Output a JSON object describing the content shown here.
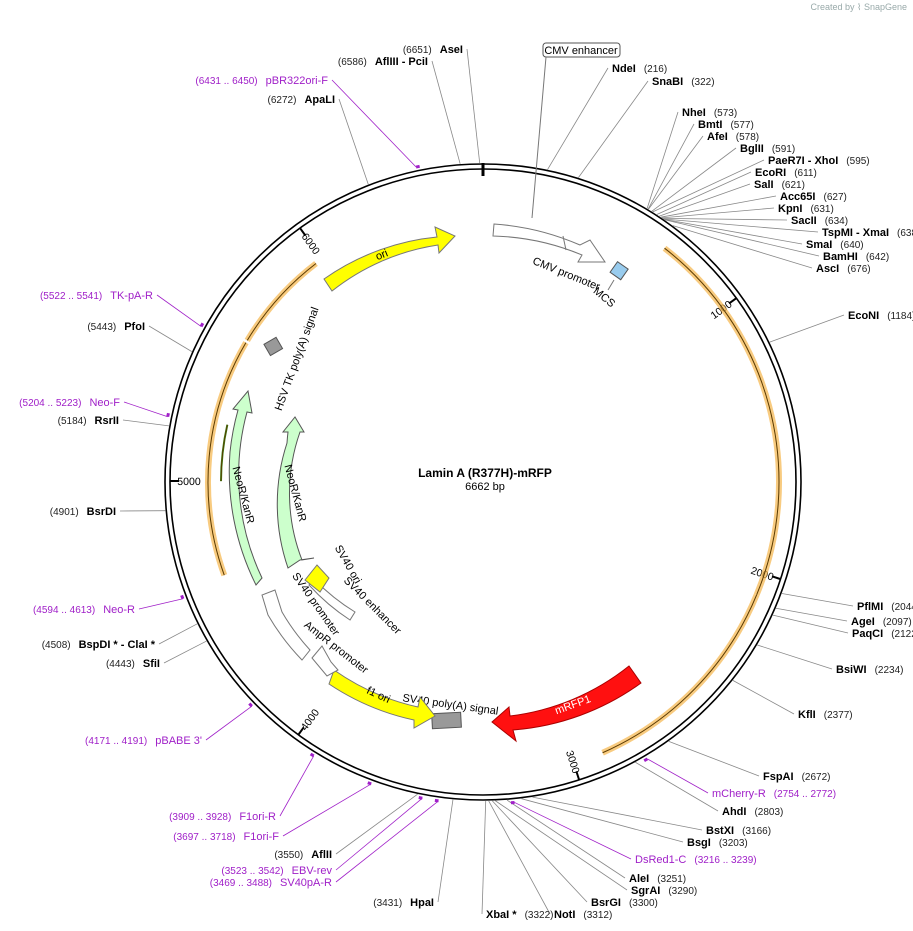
{
  "watermark": {
    "prefix": "Created by",
    "brand": "SnapGene"
  },
  "plasmid": {
    "name": "Lamin A (R377H)-mRFP",
    "length_text": "6662 bp",
    "length": 6662
  },
  "ticks": [
    "1000",
    "2000",
    "3000",
    "4000",
    "5000",
    "6000"
  ],
  "sites": [
    {
      "name": "AseI",
      "pos": "(6651)"
    },
    {
      "name": "AflIII  - PciI",
      "pos": "(6586)"
    },
    {
      "name": "ApaLI",
      "pos": "(6272)"
    },
    {
      "name": "NdeI",
      "pos": "(216)"
    },
    {
      "name": "SnaBI",
      "pos": "(322)"
    },
    {
      "name": "NheI",
      "pos": "(573)"
    },
    {
      "name": "BmtI",
      "pos": "(577)"
    },
    {
      "name": "AfeI",
      "pos": "(578)"
    },
    {
      "name": "BglII",
      "pos": "(591)"
    },
    {
      "name": "PaeR7I  - XhoI",
      "pos": "(595)"
    },
    {
      "name": "EcoRI",
      "pos": "(611)"
    },
    {
      "name": "SalI",
      "pos": "(621)"
    },
    {
      "name": "Acc65I",
      "pos": "(627)"
    },
    {
      "name": "KpnI",
      "pos": "(631)"
    },
    {
      "name": "SacII",
      "pos": "(634)"
    },
    {
      "name": "TspMI  - XmaI",
      "pos": "(638)"
    },
    {
      "name": "SmaI",
      "pos": "(640)"
    },
    {
      "name": "BamHI",
      "pos": "(642)"
    },
    {
      "name": "AscI",
      "pos": "(676)"
    },
    {
      "name": "EcoNI",
      "pos": "(1184)"
    },
    {
      "name": "PflMI",
      "pos": "(2044)"
    },
    {
      "name": "AgeI",
      "pos": "(2097)"
    },
    {
      "name": "PaqCI",
      "pos": "(2122)"
    },
    {
      "name": "BsiWI",
      "pos": "(2234)"
    },
    {
      "name": "KflI",
      "pos": "(2377)"
    },
    {
      "name": "FspAI",
      "pos": "(2672)"
    },
    {
      "name": "AhdI",
      "pos": "(2803)"
    },
    {
      "name": "BstXI",
      "pos": "(3166)"
    },
    {
      "name": "BsgI",
      "pos": "(3203)"
    },
    {
      "name": "AleI",
      "pos": "(3251)"
    },
    {
      "name": "SgrAI",
      "pos": "(3290)"
    },
    {
      "name": "BsrGI",
      "pos": "(3300)"
    },
    {
      "name": "NotI",
      "pos": "(3312)"
    },
    {
      "name": "XbaI *",
      "pos": "(3322)"
    },
    {
      "name": "HpaI",
      "pos": "(3431)"
    },
    {
      "name": "AflII",
      "pos": "(3550)"
    },
    {
      "name": "SfiI",
      "pos": "(4443)"
    },
    {
      "name": "BspDI *  - ClaI *",
      "pos": "(4508)"
    },
    {
      "name": "BsrDI",
      "pos": "(4901)"
    },
    {
      "name": "RsrII",
      "pos": "(5184)"
    },
    {
      "name": "PfoI",
      "pos": "(5443)"
    }
  ],
  "primers": [
    {
      "name": "pBR322ori-F",
      "range": "(6431 .. 6450)"
    },
    {
      "name": "TK-pA-R",
      "range": "(5522 .. 5541)"
    },
    {
      "name": "Neo-F",
      "range": "(5204 .. 5223)"
    },
    {
      "name": "Neo-R",
      "range": "(4594 .. 4613)"
    },
    {
      "name": "pBABE 3'",
      "range": "(4171 .. 4191)"
    },
    {
      "name": "F1ori-R",
      "range": "(3909 .. 3928)"
    },
    {
      "name": "F1ori-F",
      "range": "(3697 .. 3718)"
    },
    {
      "name": "EBV-rev",
      "range": "(3523 .. 3542)"
    },
    {
      "name": "SV40pA-R",
      "range": "(3469 .. 3488)"
    },
    {
      "name": "mCherry-R",
      "range": "(2754 .. 2772)"
    },
    {
      "name": "DsRed1-C",
      "range": "(3216 .. 3239)"
    }
  ],
  "features": {
    "cmv_enhancer": "CMV enhancer",
    "cmv_promoter": "CMV promoter",
    "mcs": "MCS",
    "mrfp1": "mRFP1",
    "sv40_polya": "SV40 poly(A) signal",
    "f1_ori": "f1 ori",
    "ampr_promoter": "AmpR promoter",
    "sv40_promoter": "SV40 promoter",
    "sv40_enhancer": "SV40 enhancer",
    "sv40_ori": "SV40 ori",
    "neokanr_inner": "NeoR/KanR",
    "neokanr_outer": "NeoR/KanR",
    "hsv_tk_polya": "HSV TK poly(A) signal",
    "ori": "ori"
  },
  "colors": {
    "mrfp1": "#ff1010",
    "ori": "#ffff00",
    "neo": "#ccffcc",
    "primer": "#a020c8",
    "orf": "#f5b54a",
    "mcs": "#99ccee",
    "polya": "#999999"
  }
}
